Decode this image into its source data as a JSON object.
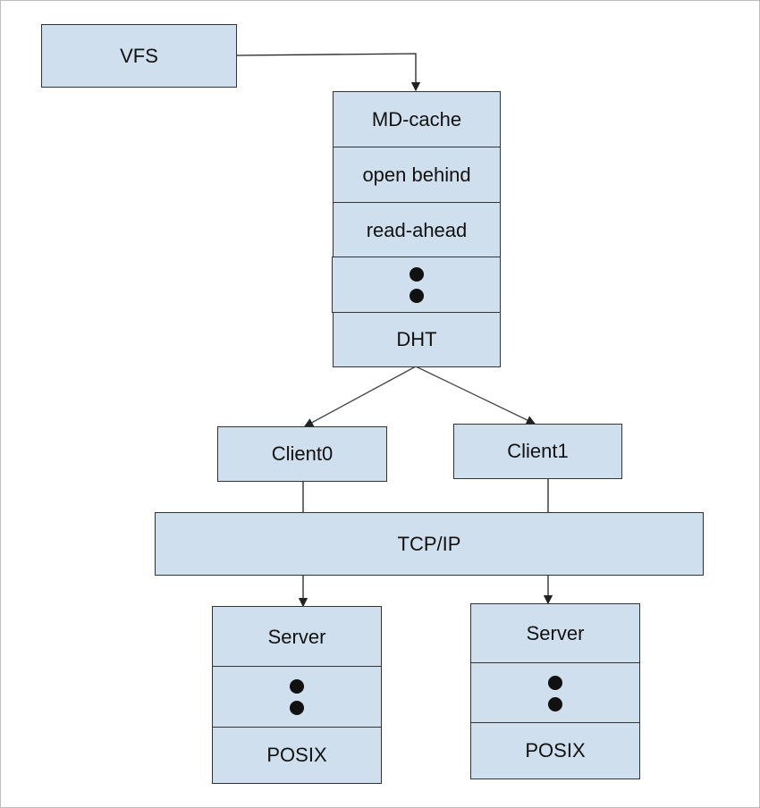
{
  "diagram": {
    "vfs": "VFS",
    "stack": [
      "MD-cache",
      "open behind",
      "read-ahead",
      "…",
      "DHT"
    ],
    "clients": [
      "Client0",
      "Client1"
    ],
    "network": "TCP/IP",
    "servers": [
      {
        "top": "Server",
        "middle": "…",
        "bottom": "POSIX"
      },
      {
        "top": "Server",
        "middle": "…",
        "bottom": "POSIX"
      }
    ],
    "edges": [
      {
        "from": "VFS",
        "to": "MD-cache"
      },
      {
        "from": "DHT",
        "to": "Client0"
      },
      {
        "from": "DHT",
        "to": "Client1"
      },
      {
        "from": "Client0",
        "to": "Server (left)"
      },
      {
        "from": "Client1",
        "to": "Server (right)"
      }
    ],
    "colors": {
      "box_fill": "#cfdfee",
      "stroke": "#333333"
    }
  }
}
